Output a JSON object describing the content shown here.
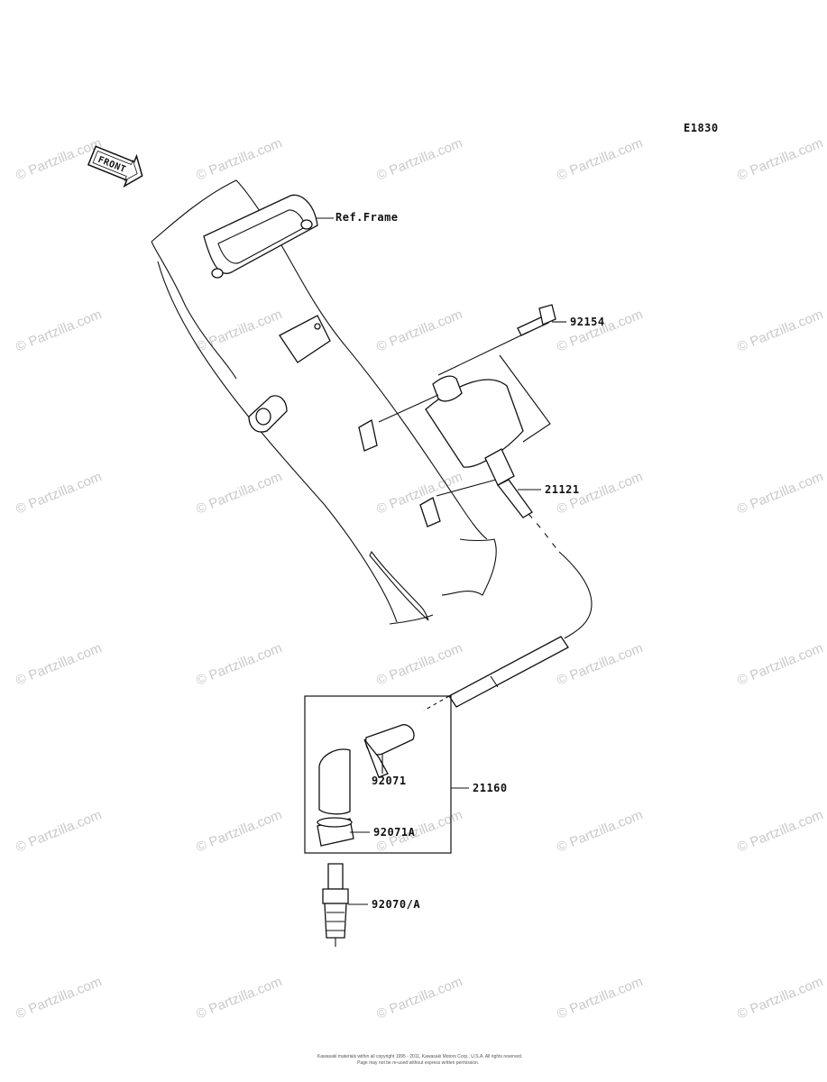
{
  "diagram_code": "E1830",
  "front_label": "FRONT",
  "watermark": "© Partzilla.com",
  "labels": {
    "ref_frame": "Ref.Frame",
    "bolt": "92154",
    "ignition_coil": "21121",
    "plug_cap_assy": "21160",
    "cap_seal": "92071",
    "cap_seal_a": "92071A",
    "spark_plug": "92070/A"
  },
  "footer": {
    "line1": "Kawasaki materials within all copyright 1995 - 2011, Kawasaki Motors Corp., U.S.A. All rights reserved.",
    "line2": "Page may not be re-used without express written permission."
  }
}
